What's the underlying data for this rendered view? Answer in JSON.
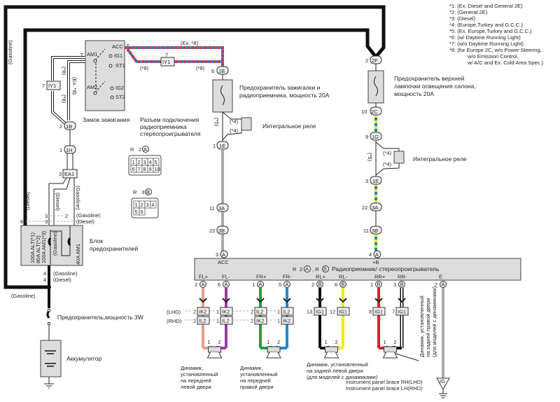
{
  "notes": [
    "*1:  (Ex.  Diesel and General 2E)",
    "*2:  (General 2E)",
    "*3:  (Diesel)",
    "*4:  (Europe,Turkey and G.C.C.)",
    "*5:  (Ex.  Europe,Turkey and G.C.C.)",
    "*6:  (w/  Daytime Running Light)",
    "*7:  (w/o  Daytime Running Light)",
    "*8:  (for Europe 2C, w/o Power Steering,",
    "w/o Emission Control,",
    "w/  A/C and Ex. Cold Area Spec.)"
  ],
  "variants": {
    "gasoline": "(Gasoline)",
    "diesel": "(Diesel)",
    "ex8": "(Ex. *8)",
    "ex8b": "(Ex. *8)",
    "s8": "(*8)",
    "s4": "(*4)",
    "s5": "(*5)",
    "lhd": "(LHD)",
    "rhd": "(RHD)"
  },
  "ignition_switch": {
    "label": "Замок зажигания",
    "acc": "ACC",
    "ig1": "IG1",
    "st1": "ST1",
    "am1": "AM1",
    "am2": "AM2",
    "ig2": "IG2",
    "st2": "ST2",
    "pin_acc": "5",
    "pin_am": "7"
  },
  "connectors": {
    "iy1": "IY1",
    "iy1_pin": "7",
    "c1b_left": {
      "pin": "2",
      "name": "1B"
    },
    "c1h": {
      "pin": "1",
      "name": "1H"
    },
    "ea1": {
      "pin": "3",
      "name": "EA1"
    },
    "c1b_mid": {
      "pin": "6",
      "name": "1B"
    },
    "c1e_mid": {
      "pin": "1",
      "name": "1E"
    },
    "c3a_mid": {
      "pin": "11",
      "name": "3A"
    },
    "c3b_mid": {
      "pin": "22",
      "name": "3B"
    },
    "acc_pin": {
      "pin": "3",
      "name": "A"
    },
    "c2f": {
      "pin": "2",
      "name": "2F"
    },
    "c2c": {
      "pin": "10",
      "name": "2C"
    },
    "c1g": {
      "pin": "9",
      "name": "1G"
    },
    "c1e_right": {
      "pin": "3",
      "name": "1E"
    },
    "c3a_right": {
      "pin": "22",
      "name": "3A"
    },
    "c3b_right": {
      "pin": "11",
      "name": "3B"
    },
    "b_pin": {
      "pin": "4",
      "name": "A"
    }
  },
  "fuse_cigar": "Предохранитель зажигалки и",
  "fuse_cigar2": "радиоприемника, мощность 20А",
  "fuse_dome": [
    "Предохранитель верхней",
    "лампочки освещения салона,",
    "мощность 20А"
  ],
  "relay_label": "Интегральное реле",
  "radio_connector_label": [
    "Разъем подключения",
    "радиоприемника",
    "стереопроигрывателя"
  ],
  "connector_a": {
    "prefix": "R",
    "pin": "2",
    "letter": "A",
    "cells": [
      "1",
      "2",
      "3",
      "4",
      "5",
      "6",
      "7",
      "8",
      "9",
      "10"
    ]
  },
  "connector_b": {
    "prefix": "R",
    "pin": "3",
    "letter": "B",
    "cells": [
      "1",
      "2",
      "3",
      "4",
      "5",
      "6"
    ]
  },
  "fuse_block": {
    "label": [
      "Блок",
      "предохранителей"
    ],
    "fuses": [
      "100A  ALT(*1)",
      "80A  ALT(*2)",
      "100A  AM1(*3)"
    ],
    "am1": "40A  AM1",
    "pins": {
      "p6": "6",
      "p3a": "3",
      "p2": "2",
      "p3b": "3",
      "p4a": "4",
      "p4b": "4"
    }
  },
  "fuse_3w": "Предохранитель,мощность 3W",
  "battery": "Аккумулятор",
  "radio": {
    "title": "Радиоприемник/ стереопроигрыватель",
    "r_prefix": "R",
    "r_pin": "2",
    "r_a": "A",
    "r_sep": ", R",
    "r_b": "B",
    "acc": "ACC",
    "b_plus": "+B",
    "channels": [
      {
        "label": "FL+",
        "pin": "2",
        "conn": "A",
        "color": "#eb9c8c",
        "lhd": {
          "pin": "2",
          "name": "IK2"
        },
        "rhd": {
          "pin": "2",
          "name": "IL2"
        }
      },
      {
        "label": "FL-",
        "pin": "6",
        "conn": "A",
        "color": "#9a3c9c",
        "lhd": {
          "pin": "1",
          "name": "IK2"
        },
        "rhd": {
          "pin": "1",
          "name": "IL2"
        }
      },
      {
        "label": "FR+",
        "pin": "1",
        "conn": "A",
        "color": "#21a03c",
        "lhd": {
          "pin": "2",
          "name": "IL2"
        },
        "rhd": {
          "pin": "2",
          "name": "IK2"
        }
      },
      {
        "label": "FR-",
        "pin": "5",
        "conn": "A",
        "color": "#2189cf",
        "lhd": {
          "pin": "1",
          "name": "IL2"
        },
        "rhd": {
          "pin": "1",
          "name": "IK2"
        }
      },
      {
        "label": "RL+",
        "pin": "2",
        "conn": "B",
        "color": "#111111",
        "lhd": {
          "pin": "13",
          "name": "IG1"
        }
      },
      {
        "label": "RL-",
        "pin": "6",
        "conn": "B",
        "color": "#f3ea1c",
        "lhd": {
          "pin": "12",
          "name": "IG1"
        }
      },
      {
        "label": "RR+",
        "pin": "1",
        "conn": "B",
        "color": "#e01f2b",
        "lhd": {
          "pin": "8",
          "name": "IG1"
        }
      },
      {
        "label": "RR-",
        "pin": "3",
        "conn": "B",
        "color": "#111111",
        "double": true,
        "lhd": {
          "pin": "7",
          "name": "IG1"
        }
      },
      {
        "label": "E",
        "pin": "7",
        "conn": "A",
        "color": "#aaaaaa"
      }
    ]
  },
  "speakers": [
    {
      "lines": [
        "Динамик,",
        "установленный",
        "на передней",
        "левой двери"
      ],
      "p1": "1",
      "p2": "2"
    },
    {
      "lines": [
        "Динамик,",
        "установленный",
        "на передней",
        "правой двери"
      ],
      "p1": "1",
      "p2": "2"
    },
    {
      "lines": [
        "Динамик, установленный",
        "на задней левой двери",
        "(для моделей с динамиками)"
      ],
      "p1": "1",
      "p2": "2"
    },
    {
      "lines": [
        "Динамик, установленный",
        "на задней правой двери",
        "(для моделей с динамиками)"
      ],
      "p1": "1",
      "p2": "2"
    }
  ],
  "ground": {
    "name": "IG",
    "lines": [
      "Instrument panel brace RH(LHD)",
      "Instrument panel brace LH(RHD)"
    ]
  },
  "colors": {
    "acc_wire_red": "#e0303a",
    "acc_wire_blue": "#3a7fd0",
    "b_wire_yellow": "#e6e22a",
    "b_wire_teal": "#1f8c9c",
    "acc_gray": "#aaaaaa"
  }
}
